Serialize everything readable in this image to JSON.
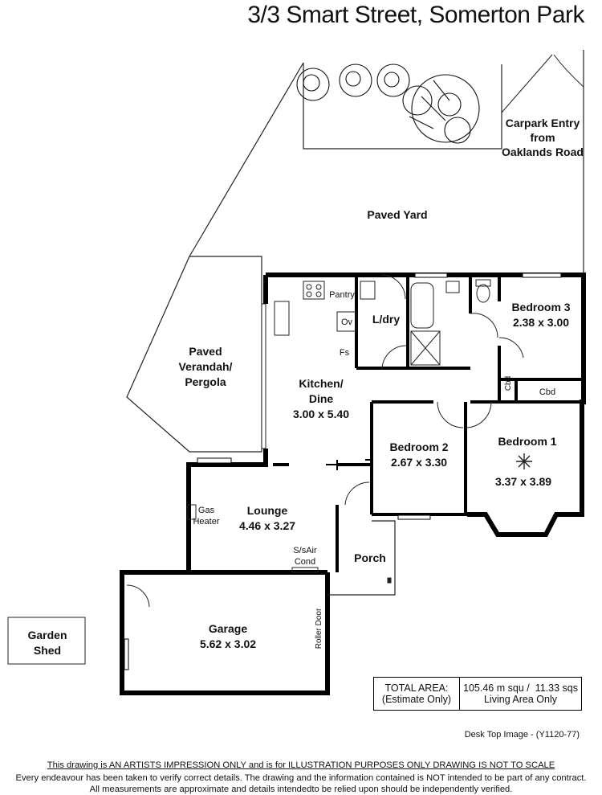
{
  "title": "3/3 Smart Street, Somerton Park",
  "rooms": {
    "carpark_entry": [
      "Carpark Entry",
      "from",
      "Oaklands Road"
    ],
    "paved_yard": "Paved Yard",
    "verandah": [
      "Paved",
      "Verandah/",
      "Pergola"
    ],
    "kitchen": {
      "name": [
        "Kitchen/",
        "Dine"
      ],
      "size": "3.00 x 5.40"
    },
    "pantry": "Pantry",
    "oven": "Ov",
    "fridge_space": "Fs",
    "laundry": "L/dry",
    "bedroom3": {
      "name": "Bedroom 3",
      "size": "2.38 x 3.00"
    },
    "cupboard_v": "Cbd",
    "cupboard_h": "Cbd",
    "bedroom2": {
      "name": "Bedroom 2",
      "size": "2.67 x 3.30"
    },
    "bedroom1": {
      "name": "Bedroom 1",
      "size": "3.37 x 3.89"
    },
    "lounge": {
      "name": "Lounge",
      "size": "4.46 x 3.27"
    },
    "gas_heater": [
      "Gas",
      "Heater"
    ],
    "air_cond": [
      "S/sAir",
      "Cond"
    ],
    "porch": "Porch",
    "garage": {
      "name": "Garage",
      "size": "5.62 x 3.02"
    },
    "roller_door": "Roller Door",
    "garden_shed": [
      "Garden",
      "Shed"
    ]
  },
  "area": {
    "label": "TOTAL AREA:",
    "note": "(Estimate Only)",
    "value": "105.46 m squ /  11.33 sqs",
    "value_note": "Living Area Only"
  },
  "reference": "Desk Top Image - (Y1120-77)",
  "disclaimer": [
    "This drawing is AN ARTISTS IMPRESSION ONLY and is for ILLUSTRATION PURPOSES ONLY DRAWING IS NOT TO SCALE",
    "Every endeavour has been taken to verify correct details. The drawing and the information contained is NOT intended to be part of any contract.",
    "All measurements are approximate and details intendedto be relied upon should be independently verified."
  ]
}
